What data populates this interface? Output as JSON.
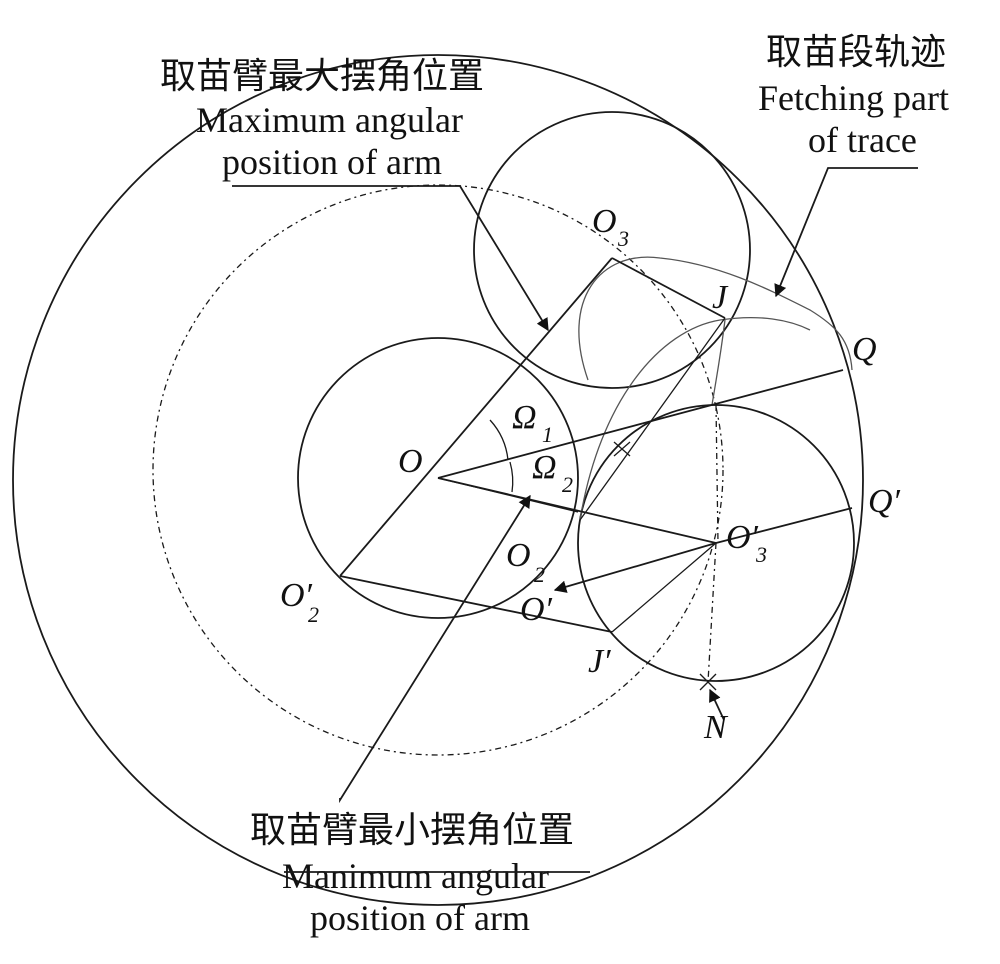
{
  "labels": {
    "max_cn": "取苗臂最大摆角位置",
    "max_en1": "Maximum angular",
    "max_en2": "position of arm",
    "fetch_cn": "取苗段轨迹",
    "fetch_en1": "Fetching part",
    "fetch_en2": "of trace",
    "min_cn": "取苗臂最小摆角位置",
    "min_en1": "Manimum angular",
    "min_en2": "position of arm"
  },
  "points": {
    "O": "O",
    "O3": "O",
    "O3_sub": "3",
    "J": "J",
    "Q": "Q",
    "Omega1": "Ω",
    "Omega1_sub": "1",
    "Omega2": "Ω",
    "Omega2_sub": "2",
    "O2": "O",
    "O2_sub": "2",
    "O2p": "O′",
    "O2p_sub": "2",
    "Op": "O′",
    "O3p": "O′",
    "O3p_sub": "3",
    "Qp": "Q′",
    "Jp": "J′",
    "N": "N"
  }
}
